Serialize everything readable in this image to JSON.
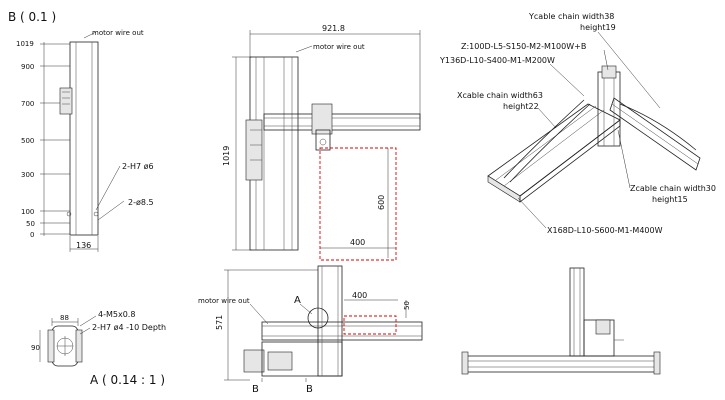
{
  "view_b": {
    "title": "B ( 0.1 )",
    "y_ticks": [
      "1019",
      "900",
      "700",
      "500",
      "300",
      "100",
      "50",
      "0"
    ],
    "label_motor": "motor wire out",
    "label_h7": "2-H7 ø6",
    "label_fd": "2-ø8.5",
    "width_dim": "136"
  },
  "view_a": {
    "title": "A ( 0.14 : 1 )",
    "dim_88": "88",
    "dim_90": "90",
    "label_m5": "4-M5x0.8",
    "label_h7": "2-H7 ø4 -10 Depth"
  },
  "front": {
    "dim_top": "921.8",
    "dim_height": "1019",
    "label_motor": "motor wire out",
    "dim_stroke_y": "600",
    "dim_stroke_x": "400"
  },
  "top": {
    "dim_571": "571",
    "label_motor": "motor wire out",
    "marker_a": "A",
    "marker_b1": "B",
    "marker_b2": "B",
    "dim_400": "400",
    "dim_50": "50"
  },
  "iso": {
    "ycable": "Ycable chain  width38",
    "ycable_h": "height19",
    "zaxis": "Z:100D-L5-S150-M2-M100W+B",
    "yaxis": "Y136D-L10-S400-M1-M200W",
    "xcable": "Xcable chain  width63",
    "xcable_h": "height22",
    "zcable": "Zcable chain  width30",
    "zcable_h": "height15",
    "xaxis": "X168D-L10-S600-M1-M400W"
  }
}
